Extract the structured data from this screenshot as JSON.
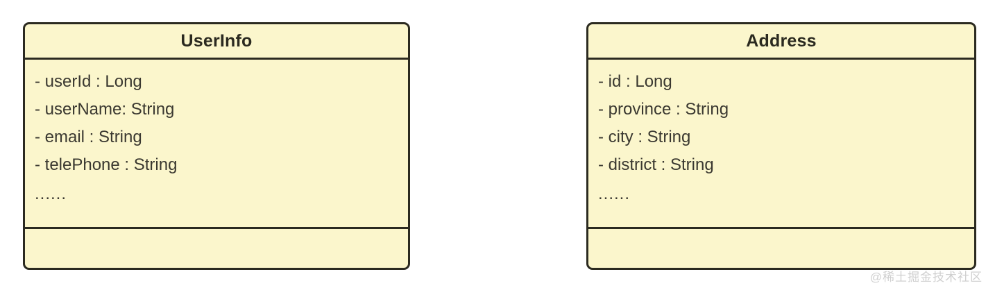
{
  "diagram": {
    "type": "uml-class-diagram",
    "background_color": "#ffffff",
    "box_fill_color": "#fbf6cc",
    "box_border_color": "#2b2a20",
    "text_color": "#3a3830",
    "classes": [
      {
        "name": "UserInfo",
        "attributes": [
          "- userId : Long",
          "- userName: String",
          "- email : String",
          "- telePhone : String",
          "......"
        ],
        "methods": []
      },
      {
        "name": "Address",
        "attributes": [
          "- id : Long",
          "- province : String",
          "- city : String",
          "- district : String",
          "......"
        ],
        "methods": []
      }
    ]
  },
  "watermark": {
    "text": "@稀土掘金技术社区",
    "color": "#cfcfcf"
  }
}
